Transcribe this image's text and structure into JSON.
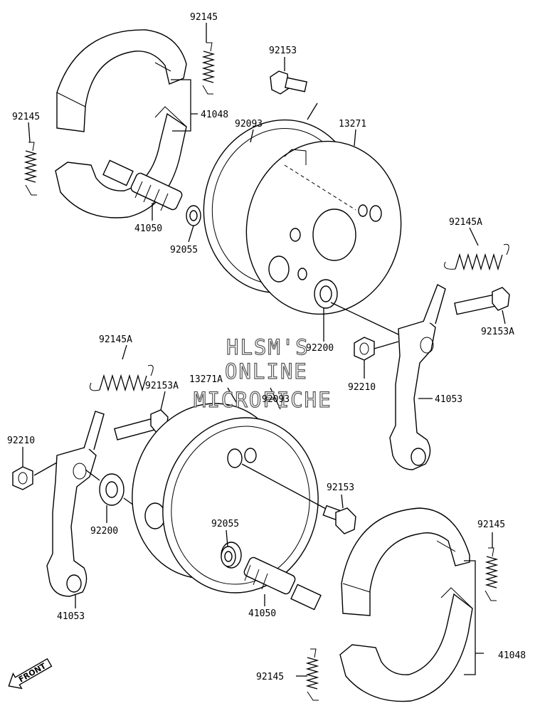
{
  "parts": {
    "spring_upper_left_top": "92145",
    "spring_upper_left_side": "92145",
    "shoe_upper": "41048",
    "camshaft_upper": "41050",
    "washer_upper": "92055",
    "bolt_upper": "92153",
    "seal_upper": "92093",
    "panel_upper": "13271",
    "spring_right": "92145A",
    "bolt_right": "92153A",
    "washer_right": "92200",
    "nut_right": "92210",
    "lever_right": "41053",
    "spring_left": "92145A",
    "bolt_left": "92153A",
    "panel_lower": "13271A",
    "seal_lower": "92093",
    "nut_left": "92210",
    "washer_left": "92200",
    "lever_left": "41053",
    "bolt_lower": "92153",
    "washer_lower": "92055",
    "camshaft_lower": "41050",
    "spring_lower_right_top": "92145",
    "shoe_lower": "41048",
    "spring_lower_bottom": "92145"
  },
  "watermark": {
    "line1": "HLSM'S",
    "line2": "ONLINE",
    "line3": "MICROFICHE"
  },
  "front_label": "FRONT"
}
